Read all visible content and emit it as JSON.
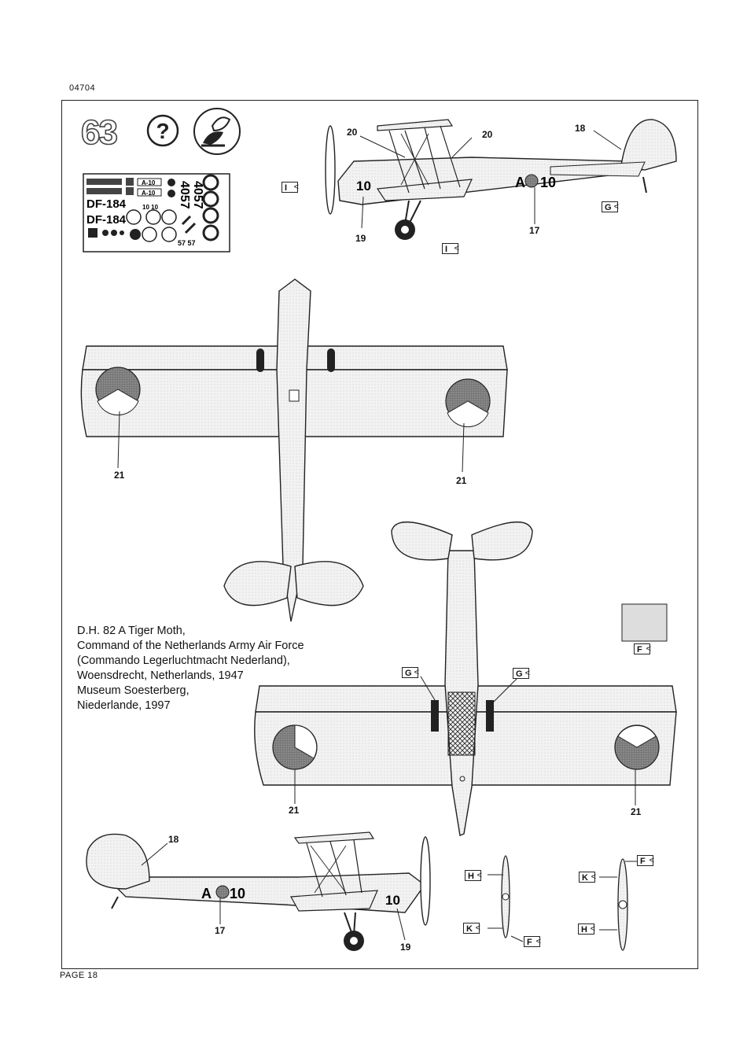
{
  "document_code": "04704",
  "page_label": "PAGE 18",
  "step_number": "63",
  "question_icon": "question-mark-icon",
  "glue_icon": "glue-tube-icon",
  "description": "D.H. 82 A Tiger Moth,\nCommand of the Netherlands Army Air Force\n(Commando Legerluchtmacht Nederland),\nWoensdrecht, Netherlands, 1947\nMuseum Soesterberg,\nNiederlande, 1997",
  "decal_sheet": {
    "serial_1": "DF-184",
    "serial_2": "DF-184",
    "code_1": "A-10",
    "code_2": "A-10",
    "number_1": "4057",
    "number_2": "4057",
    "small_1": "10 10",
    "small_2": "57 57"
  },
  "part_numbers": {
    "p17a": "17",
    "p17b": "17",
    "p18a": "18",
    "p18b": "18",
    "p19a": "19",
    "p19b": "19",
    "p20a": "20",
    "p20b": "20",
    "p21a": "21",
    "p21b": "21",
    "p21c": "21",
    "p21d": "21"
  },
  "aircraft_markings": {
    "code": "A",
    "number": "10",
    "nose_number": "10"
  },
  "color_tags": {
    "I1": "I",
    "I2": "I",
    "G1": "G",
    "G2": "G",
    "G3": "G",
    "F1": "F",
    "F2": "F",
    "F3": "F",
    "H1": "H",
    "H2": "H",
    "K1": "K",
    "K2": "K"
  },
  "colors": {
    "line": "#222222",
    "fill": "#f2f2f2",
    "swatch": "#dddddd"
  }
}
